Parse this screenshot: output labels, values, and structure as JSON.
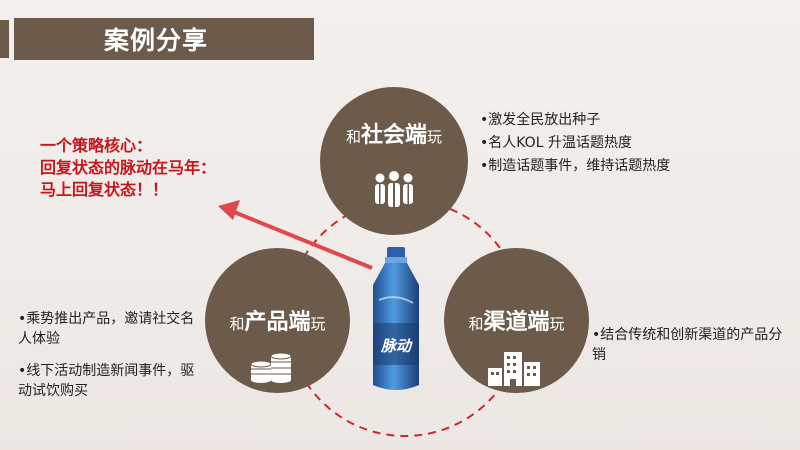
{
  "header": {
    "title": "案例分享"
  },
  "core": {
    "lines": [
      "一个策略核心：",
      "回复状态的脉动在马年：",
      "马上回复状态！！"
    ]
  },
  "nodes": {
    "social": {
      "prefix": "和",
      "main": "社会端",
      "suffix": "玩",
      "icon": "people-group-icon"
    },
    "product": {
      "prefix": "和",
      "main": "产品端",
      "suffix": "玩",
      "icon": "coin-stack-icon"
    },
    "channel": {
      "prefix": "和",
      "main": "渠道端",
      "suffix": "玩",
      "icon": "buildings-icon"
    }
  },
  "bullets": {
    "social": [
      "•激发全民放出种子",
      "•名人KOL 升温话题热度",
      "•制造话题事件，维持话题热度"
    ],
    "product": [
      "•乘势推出产品，邀请社交名人体验",
      "•线下活动制造新闻事件，驱动试饮购买"
    ],
    "channel": [
      "•结合传统和创新渠道的产品分销"
    ]
  },
  "bottle": {
    "brand": "脉动"
  },
  "colors": {
    "brown": "#6c5a4b",
    "accent_red": "#c8161c",
    "arrow_red": "#e0484a",
    "dashed_ring": "#d0282e"
  }
}
